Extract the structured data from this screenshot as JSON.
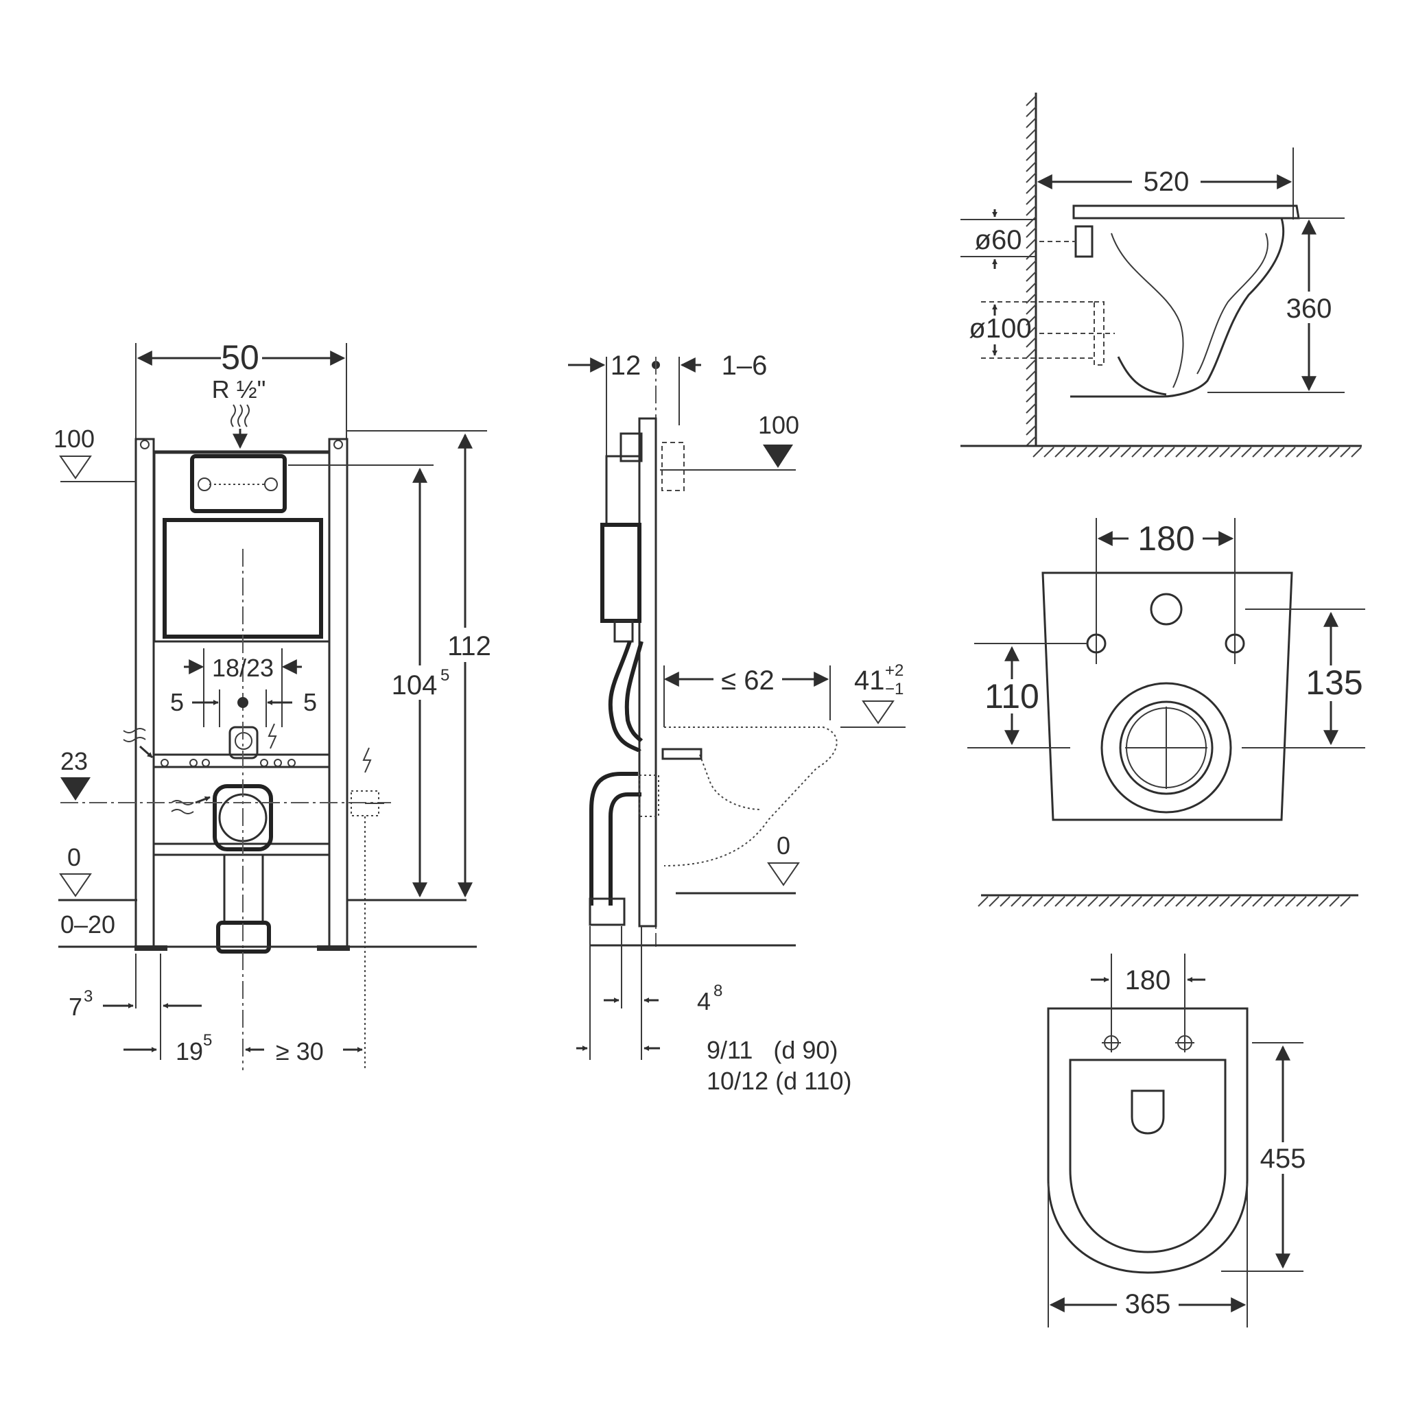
{
  "frame_front": {
    "width": "50",
    "connection": "R ½\"",
    "level_top": "100",
    "level_mid": "23",
    "level_floor": "0",
    "floor_range": "0–20",
    "height_total": "112",
    "height_inner_main": "104",
    "height_inner_sup": "5",
    "spacing": "18/23",
    "offset_left": "5",
    "offset_right": "5",
    "bottom_left_main": "7",
    "bottom_left_sup": "3",
    "bottom_mid_main": "19",
    "bottom_mid_sup": "5",
    "bottom_right": "≥ 30"
  },
  "frame_side": {
    "dim_top_left": "12",
    "dim_top_right": "1–6",
    "level_top": "100",
    "depth": "≤ 62",
    "seat_height_main": "41",
    "seat_tol_plus": "+2",
    "seat_tol_minus": "−1",
    "level_floor": "0",
    "dim_bottom_1_main": "4",
    "dim_bottom_1_sup": "8",
    "dim_bottom_2": "9/11   (d 90)",
    "dim_bottom_3": "10/12 (d 110)"
  },
  "bowl_side": {
    "length": "520",
    "height": "360",
    "inlet_diameter": "ø60",
    "outlet_diameter": "ø100"
  },
  "bowl_back": {
    "bolt_spacing": "180",
    "outlet_height": "110",
    "inlet_height": "135"
  },
  "bowl_top": {
    "bolt_spacing": "180",
    "length": "455",
    "width": "365"
  }
}
